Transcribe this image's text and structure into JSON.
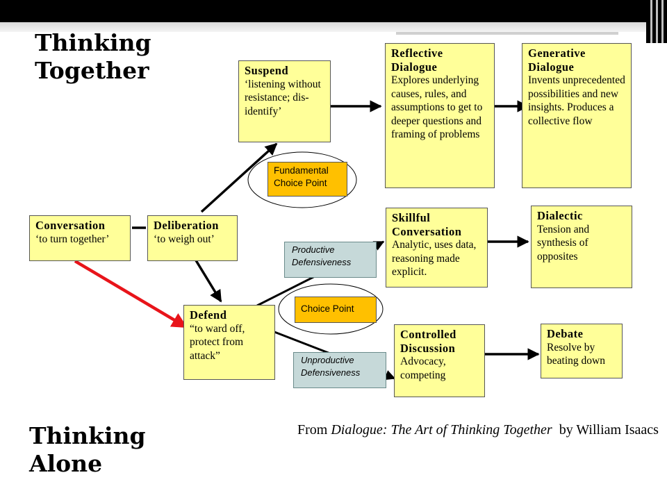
{
  "headings": {
    "top": "Thinking Together",
    "bottom": "Thinking Alone"
  },
  "boxes": {
    "conversation": {
      "title": "Conversation",
      "desc": "‘to turn together’"
    },
    "deliberation": {
      "title": "Deliberation",
      "desc": "‘to weigh out’"
    },
    "suspend": {
      "title": "Suspend",
      "desc": "‘listening without resistance; dis-identify’"
    },
    "defend": {
      "title": "Defend",
      "desc": "“to ward off, protect from attack”"
    },
    "reflective": {
      "title": "Reflective Dialogue",
      "desc": "Explores underlying causes, rules, and assumptions to get to deeper questions and framing of problems"
    },
    "generative": {
      "title": "Generative Dialogue",
      "desc": "Invents unprecedented possibilities and new insights. Produces a collective flow"
    },
    "skillful": {
      "title": "Skillful Conversation",
      "desc": "Analytic, uses data, reasoning made explicit."
    },
    "dialectic": {
      "title": "Dialectic",
      "desc": "Tension and synthesis of opposites"
    },
    "controlled": {
      "title": "Controlled Discussion",
      "desc": "Advocacy, competing"
    },
    "debate": {
      "title": "Debate",
      "desc": "Resolve by beating down"
    }
  },
  "choice_points": {
    "fundamental": "Fundamental Choice Point",
    "choice": "Choice Point"
  },
  "labels": {
    "productive": "Productive Defensiveness",
    "unproductive": "Unproductive Defensiveness"
  },
  "citation": {
    "prefix": "From ",
    "book": "Dialogue: The Art of Thinking Together",
    "suffix": "  by William Isaacs"
  },
  "colors": {
    "box_fill": "#ffff99",
    "choice_fill": "#ffc000",
    "label_fill": "#c6d9d9",
    "red_arrow": "#e8141a"
  }
}
